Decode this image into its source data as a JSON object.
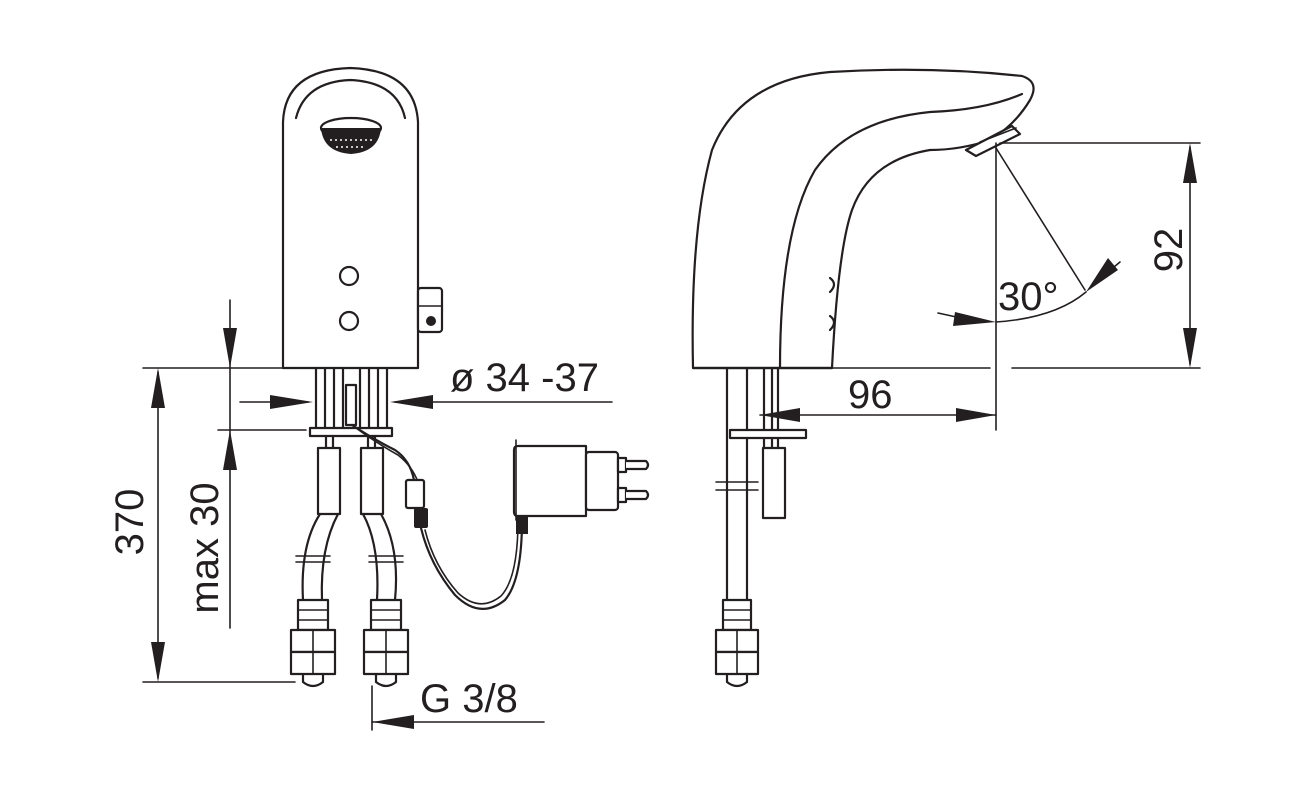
{
  "dimensions": {
    "diameter": "ø 34 -37",
    "total_height": "370",
    "max_deck": "max 30",
    "connection": "G 3/8",
    "spout_reach": "96",
    "spout_height": "92",
    "sensor_angle": "30°"
  },
  "colors": {
    "line": "#231f20",
    "background": "#ffffff"
  }
}
